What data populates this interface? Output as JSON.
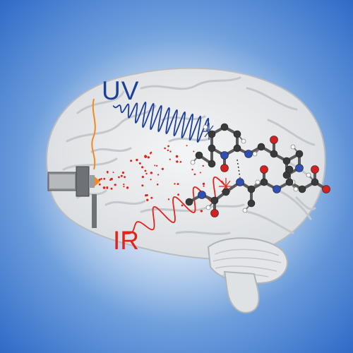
{
  "labels": {
    "uv": "UV",
    "ir": "IR"
  },
  "colors": {
    "background_outer": "#2f6ac7",
    "background_inner": "#eef4fb",
    "uv_wave": "#1c3f99",
    "ir_wave": "#e0241b",
    "spray": "#e0241b",
    "capillary": "#f08a24",
    "brain": "#e6e8ea",
    "molecule_carbon": "#3a3a3a",
    "molecule_nitrogen": "#2f4fb5",
    "molecule_oxygen": "#d32020",
    "molecule_hydrogen": "#ffffff"
  },
  "icons": [
    "brain-illustration",
    "electrospray-emitter",
    "peptide-molecule",
    "uv-wave",
    "ir-wave",
    "ion-spray"
  ]
}
